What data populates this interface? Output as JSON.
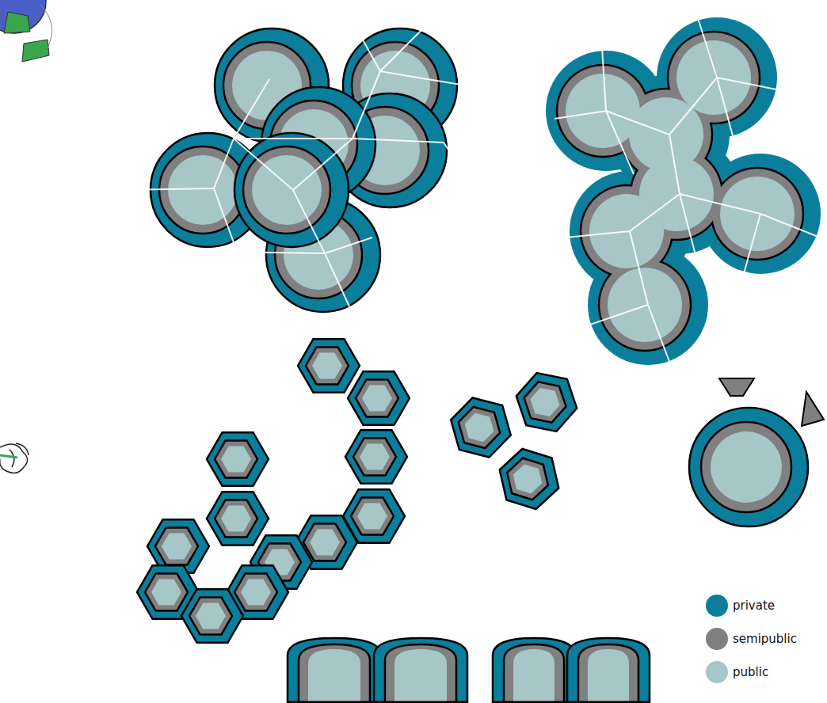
{
  "diagram": {
    "legend": [
      {
        "text": "private",
        "color": "#0b7e9b"
      },
      {
        "text": "semipublic",
        "color": "#808080"
      },
      {
        "text": "public",
        "color": "#a6c6c8"
      }
    ]
  }
}
